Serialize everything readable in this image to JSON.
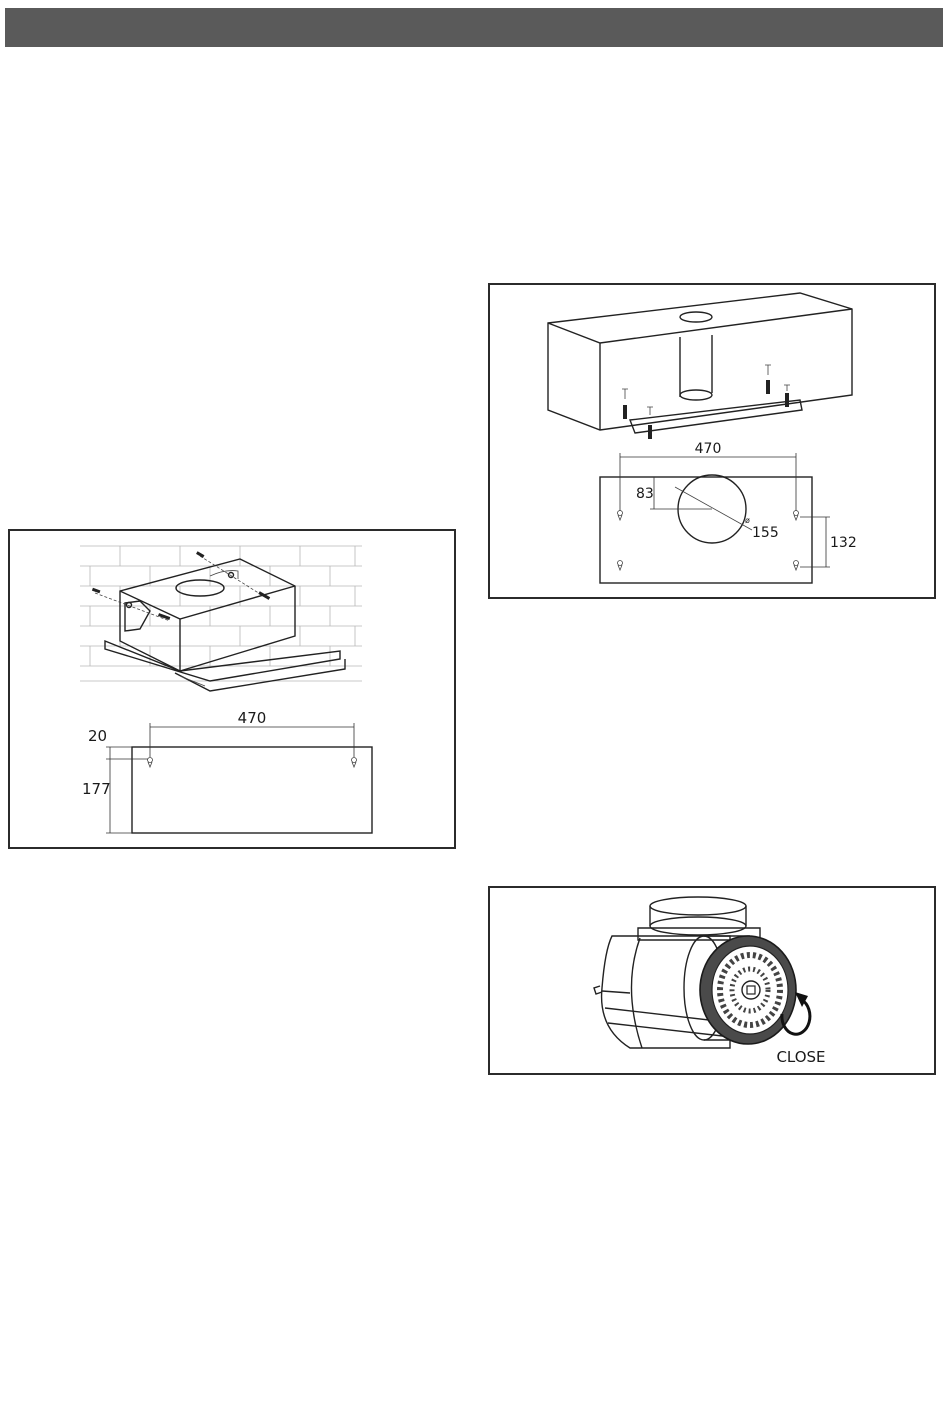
{
  "figures": {
    "wall_mounting": {
      "dimensions": {
        "hole_spacing": "470",
        "top_offset": "20",
        "height": "177"
      }
    },
    "ceiling_mounting": {
      "dimensions": {
        "hole_spacing": "470",
        "offset": "83",
        "diameter": "155",
        "diameter_symbol": "ø",
        "vertical_spacing": "132"
      }
    },
    "motor": {
      "close_label": "CLOSE"
    }
  }
}
